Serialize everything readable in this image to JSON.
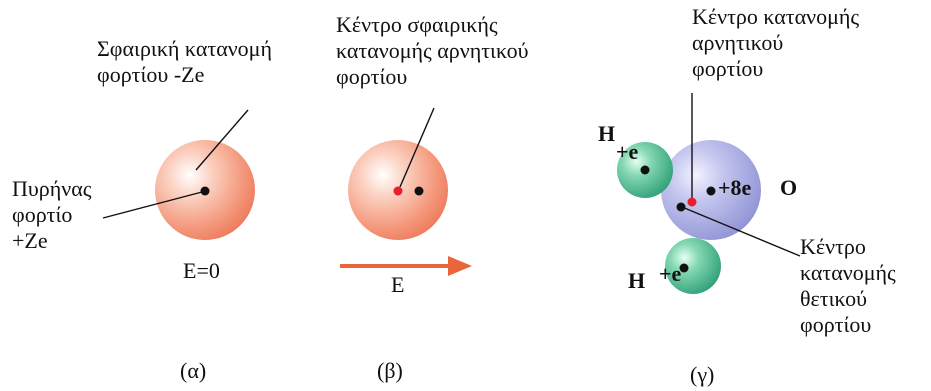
{
  "panel_a": {
    "label_charge_distribution": "Σφαιρική κατανομή\nφορτίου -Ze",
    "label_nucleus": "Πυρήνας\nφορτίο\n+Ze",
    "field_text": "E=0",
    "caption": "(α)"
  },
  "panel_b": {
    "label_center": "Κέντρο σφαιρικής\nκατανομής αρνητικού\nφορτίου",
    "field_text": "E",
    "caption": "(β)"
  },
  "panel_c": {
    "label_negative_center": "Κέντρο κατανομής\nαρνητικού\nφορτίου",
    "hydrogen_top_symbol": "H",
    "hydrogen_top_charge": "+e",
    "hydrogen_bottom_symbol": "H",
    "hydrogen_bottom_charge": "+e",
    "oxygen_charge": "+8e",
    "oxygen_symbol": "O",
    "label_positive_center": "Κέντρο\nκατανομής\nθετικού\nφορτίου",
    "caption": "(γ)"
  },
  "colors": {
    "electron_cloud": "#f08060",
    "oxygen_cloud": "#8f93d4",
    "hydrogen_cloud": "#3caf86",
    "field_arrow": "#e8663a",
    "negative_center_dot": "#e8202c",
    "nucleus_dot": "#111111"
  }
}
